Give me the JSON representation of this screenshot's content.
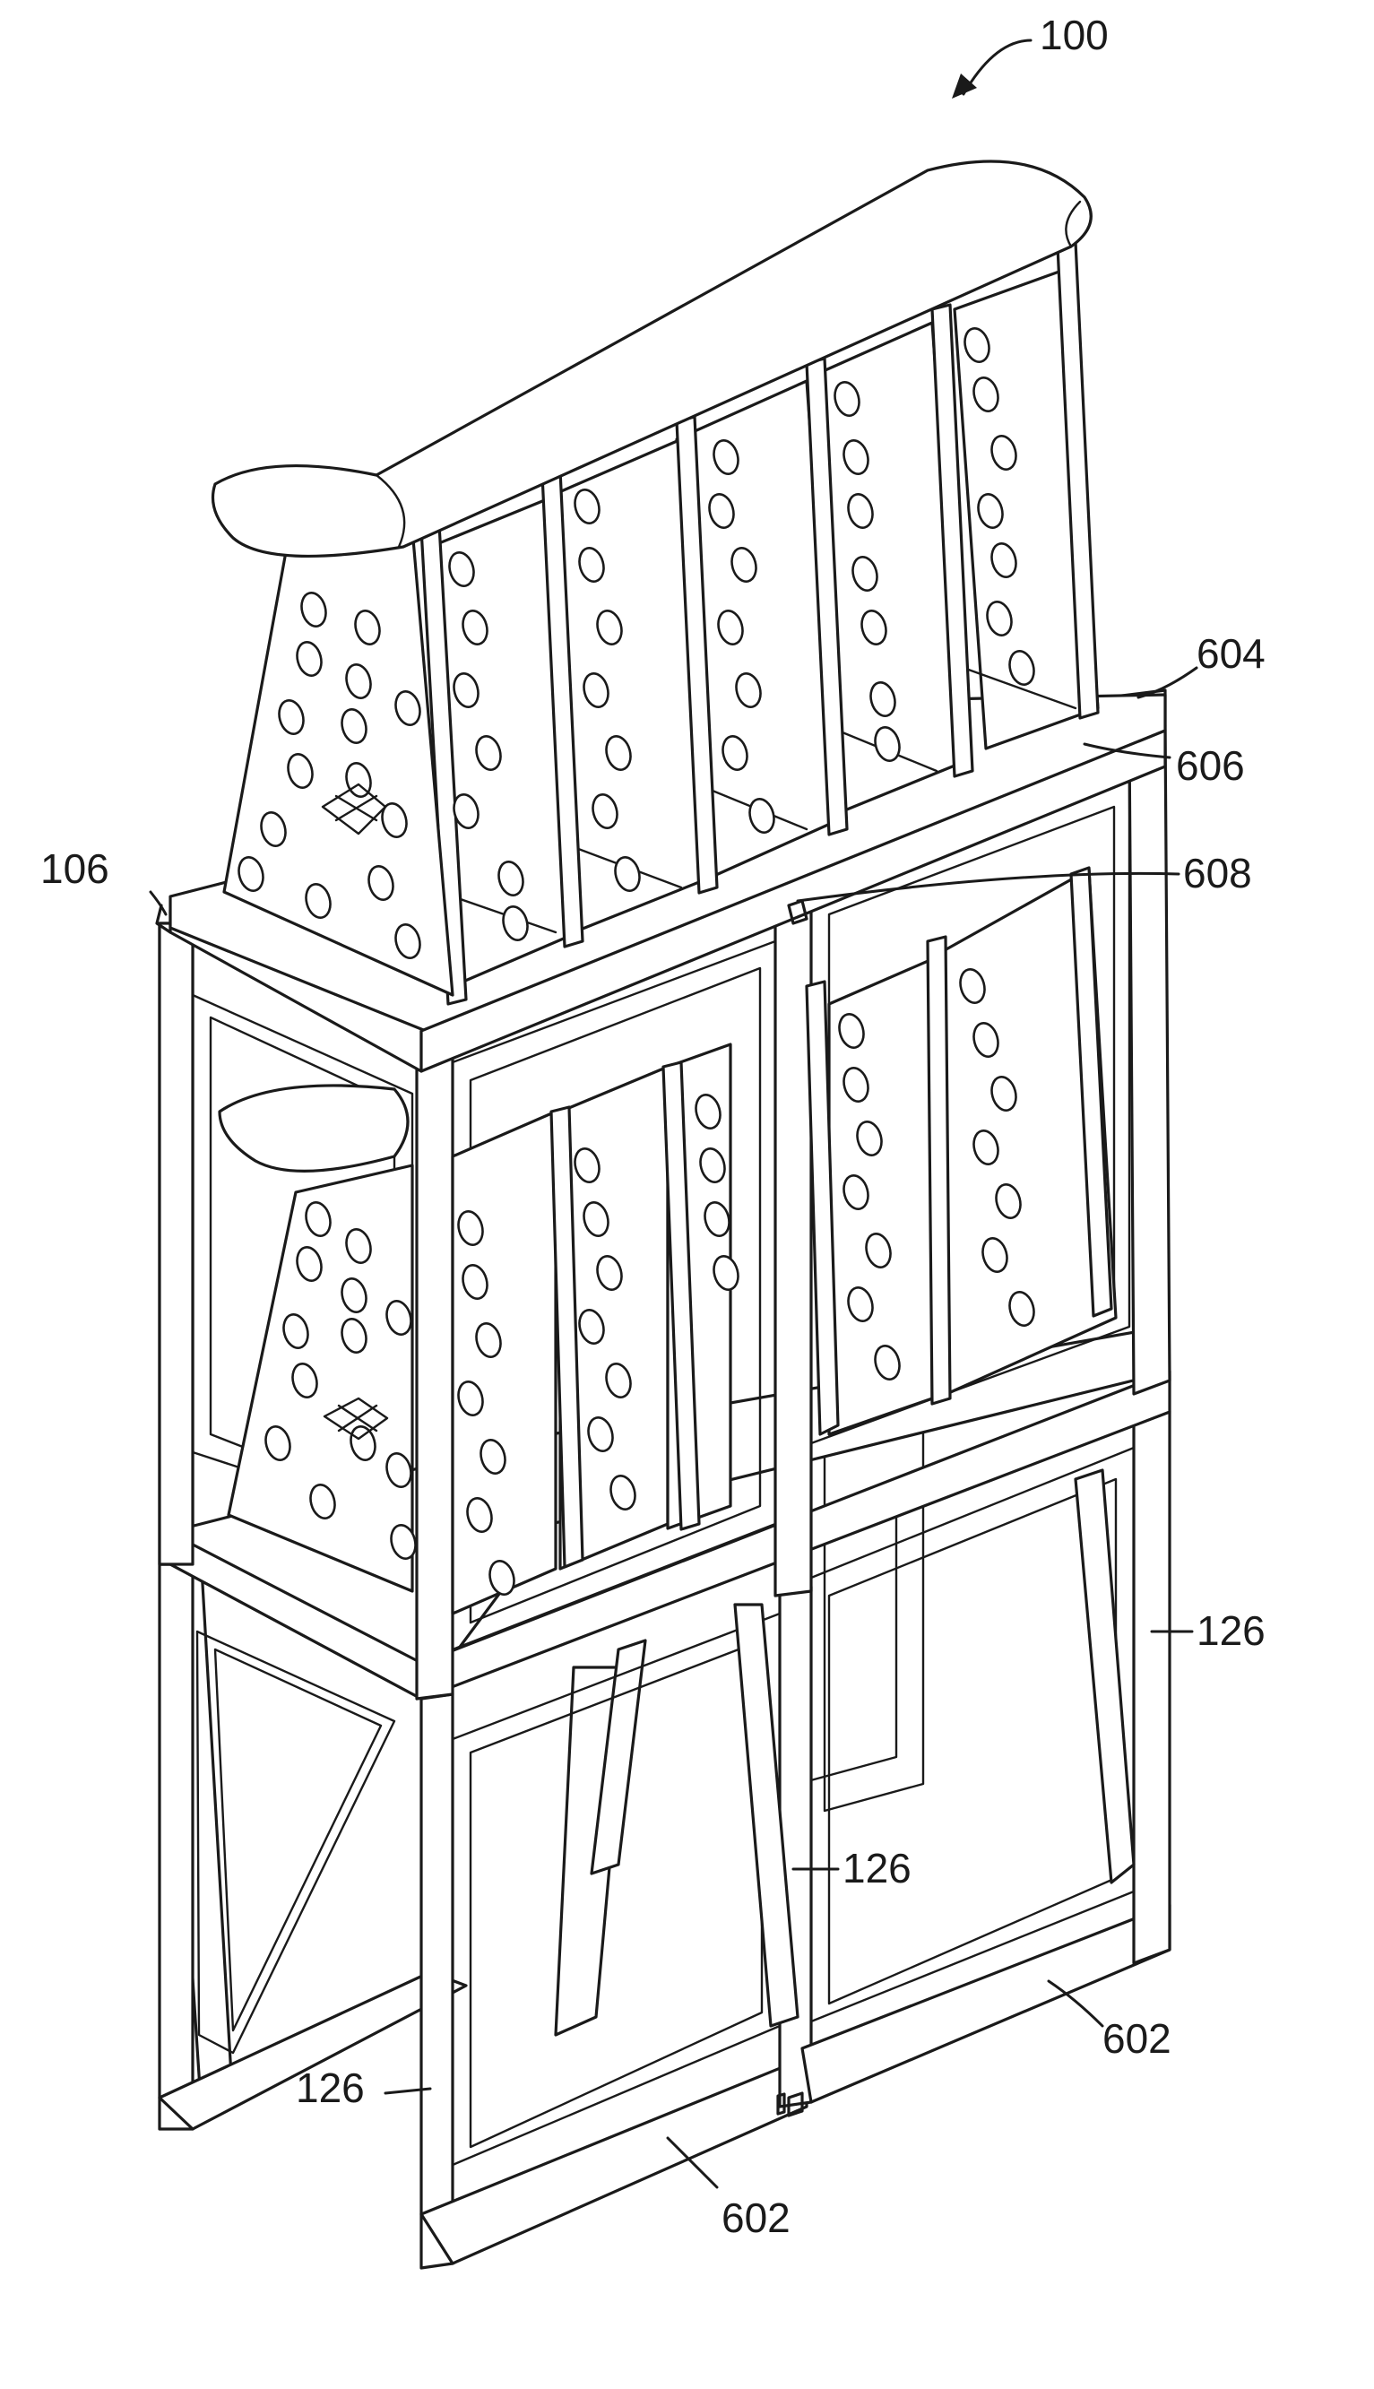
{
  "figure": {
    "reference_numerals": [
      {
        "id": "ref-100",
        "text": "100"
      },
      {
        "id": "ref-604",
        "text": "604"
      },
      {
        "id": "ref-606",
        "text": "606"
      },
      {
        "id": "ref-608",
        "text": "608"
      },
      {
        "id": "ref-106",
        "text": "106"
      },
      {
        "id": "ref-126-right",
        "text": "126"
      },
      {
        "id": "ref-126-center",
        "text": "126"
      },
      {
        "id": "ref-126-left",
        "text": "126"
      },
      {
        "id": "ref-602-right",
        "text": "602"
      },
      {
        "id": "ref-602-bottom",
        "text": "602"
      }
    ]
  }
}
